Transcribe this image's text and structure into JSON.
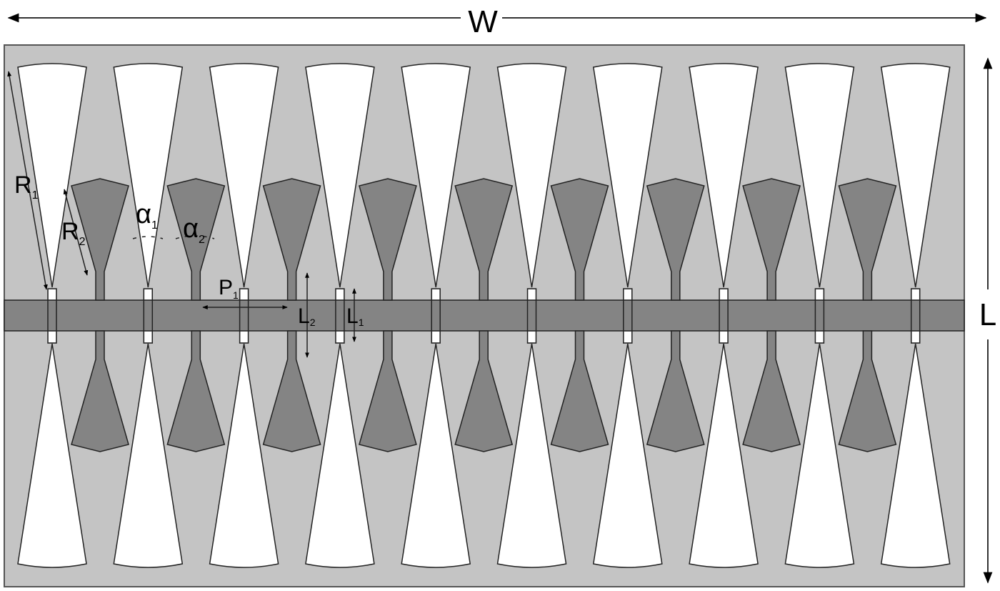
{
  "diagram": {
    "type": "bowtie-antenna-array-layout",
    "element_count": 10,
    "colors": {
      "substrate": "#c4c4c4",
      "feed_line": "#848484",
      "stub": "#848484",
      "radiator": "#ffffff",
      "outline": "#222222"
    }
  },
  "labels": {
    "width": "W",
    "length": "L",
    "r1": "R",
    "r1_sub": "1",
    "r2": "R",
    "r2_sub": "2",
    "alpha1": "α",
    "alpha1_sub": "1",
    "alpha2": "α",
    "alpha2_sub": "2",
    "p1": "P",
    "p1_sub": "1",
    "l2": "L",
    "l2_sub": "2",
    "l1": "L",
    "l1_sub": "1"
  }
}
